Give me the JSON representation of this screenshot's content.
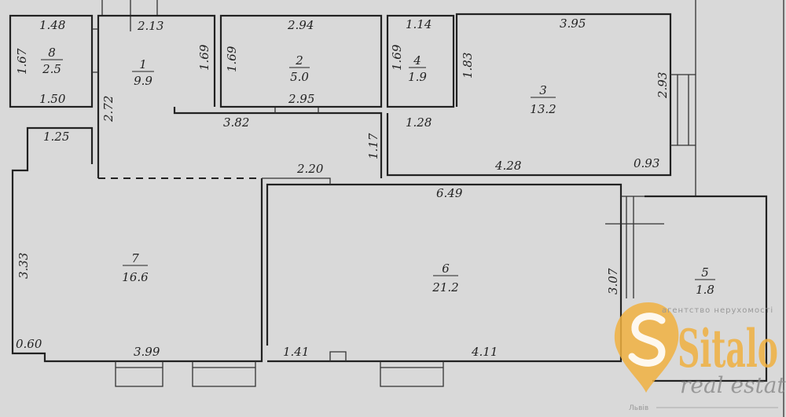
{
  "rooms": [
    {
      "number": "1",
      "area": "9.9"
    },
    {
      "number": "2",
      "area": "5.0"
    },
    {
      "number": "3",
      "area": "13.2"
    },
    {
      "number": "4",
      "area": "1.9"
    },
    {
      "number": "5",
      "area": "1.8"
    },
    {
      "number": "6",
      "area": "21.2"
    },
    {
      "number": "7",
      "area": "16.6"
    },
    {
      "number": "8",
      "area": "2.5"
    }
  ],
  "dimensions": {
    "d148": "1.48",
    "d167": "1.67",
    "d150": "1.50",
    "d213": "2.13",
    "d169a": "1.69",
    "d272": "2.72",
    "d294": "2.94",
    "d169b": "1.69",
    "d295": "2.95",
    "d382": "3.82",
    "d114": "1.14",
    "d169c": "1.69",
    "d183": "1.83",
    "d395": "3.95",
    "d293": "2.93",
    "d128": "1.28",
    "d117": "1.17",
    "d428": "4.28",
    "d093": "0.93",
    "d220": "2.20",
    "d125": "1.25",
    "d649": "6.49",
    "d333": "3.33",
    "d307": "3.07",
    "d060": "0.60",
    "d399": "3.99",
    "d141": "1.41",
    "d411": "4.11"
  },
  "watermark": {
    "brand": "Sitalo",
    "subtitle": "real estate",
    "tagline": "агентство нерухомості",
    "city": "Львів",
    "color": "#f0b040"
  }
}
